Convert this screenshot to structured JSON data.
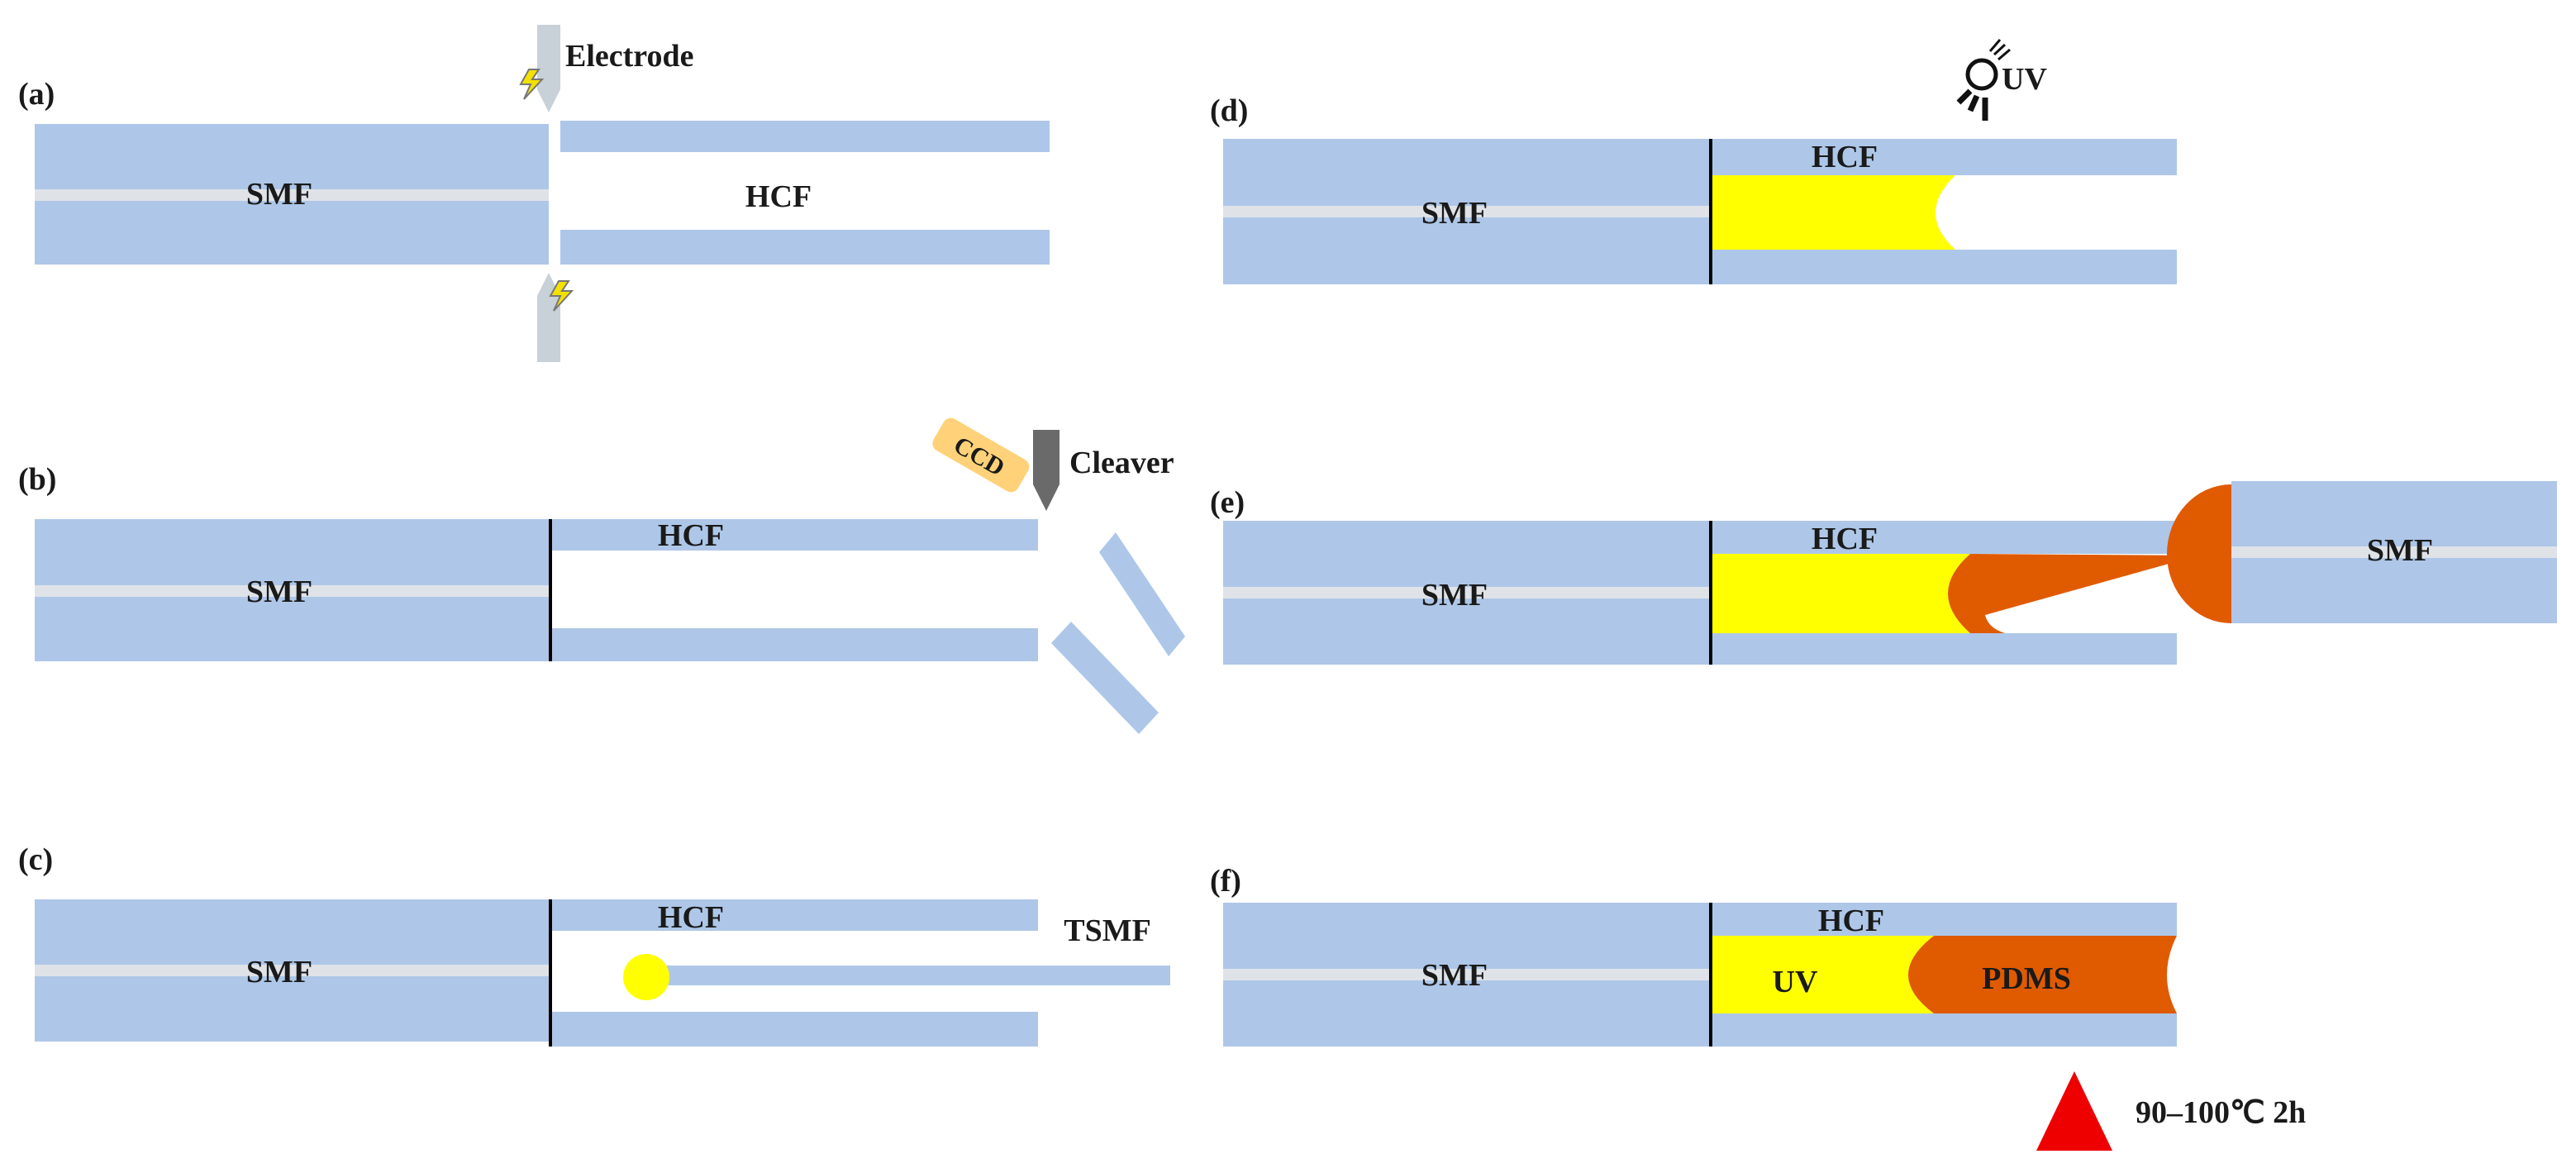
{
  "colors": {
    "fiber": "#aec7e8",
    "core": "#dfe3e8",
    "uv_glue": "#ffff00",
    "pdms": "#e05a00",
    "electrode": "#c8d0d8",
    "cleaver": "#6a6a6a",
    "ccd": "#ffd27a",
    "heat": "#ee0000",
    "spark": "#f3e100",
    "splice_line": "#000000"
  },
  "panels": {
    "a": {
      "tag": "(a)",
      "smf": "SMF",
      "hcf": "HCF",
      "electrode": "Electrode",
      "spark_icon": "lightning-icon"
    },
    "b": {
      "tag": "(b)",
      "smf": "SMF",
      "hcf": "HCF",
      "ccd": "CCD",
      "cleaver": "Cleaver"
    },
    "c": {
      "tag": "(c)",
      "smf": "SMF",
      "hcf": "HCF",
      "tsmf": "TSMF"
    },
    "d": {
      "tag": "(d)",
      "smf": "SMF",
      "hcf": "HCF",
      "uv": "UV",
      "uv_icon": "uv-lamp-icon"
    },
    "e": {
      "tag": "(e)",
      "smf": "SMF",
      "hcf": "HCF",
      "smf_right": "SMF"
    },
    "f": {
      "tag": "(f)",
      "smf": "SMF",
      "hcf": "HCF",
      "uv": "UV",
      "pdms": "PDMS",
      "heat": "90–100℃ 2h",
      "heat_icon": "heat-triangle-icon"
    }
  }
}
